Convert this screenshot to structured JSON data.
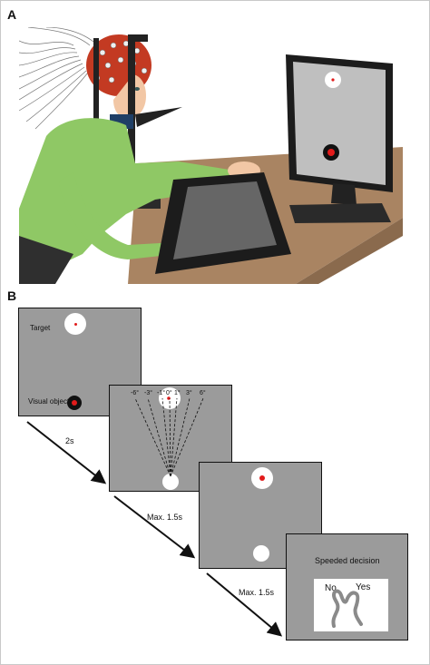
{
  "panels": {
    "a_label": "A",
    "b_label": "B"
  },
  "screen1": {
    "target_label": "Target",
    "visual_object_label": "Visual object"
  },
  "screen2": {
    "angles": [
      "-6°",
      "-3°",
      "-1°",
      "0°",
      "1°",
      "3°",
      "6°"
    ]
  },
  "arrows": {
    "first": "2s",
    "second": "Max. 1.5s",
    "third": "Max. 1.5s"
  },
  "screen4": {
    "title": "Speeded decision",
    "no_label": "No",
    "yes_label": "Yes"
  },
  "colors": {
    "screen_gray": "#9b9b9b",
    "target_red": "#e21b1b",
    "skin": "#f2c7a5",
    "shirt": "#8fc865",
    "cap": "#c33a22",
    "desk": "#a98462"
  }
}
